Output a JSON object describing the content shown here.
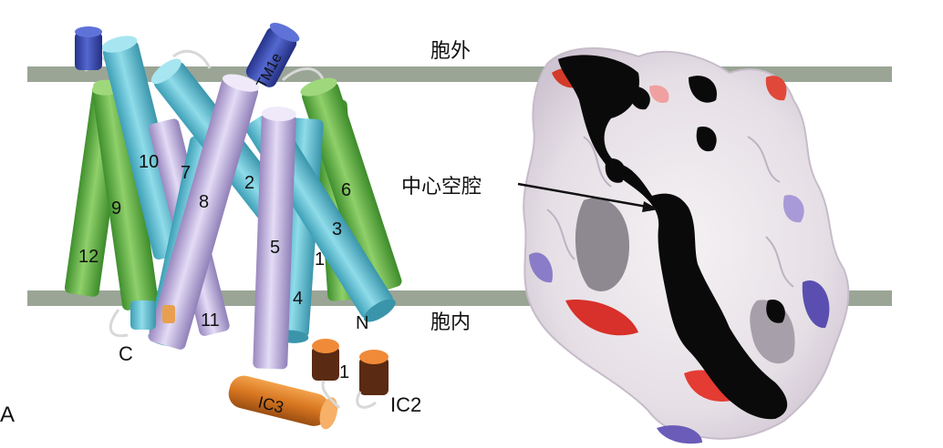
{
  "panel_letter": "A",
  "membrane": {
    "extracellular_label": "胞外",
    "intracellular_label": "胞内"
  },
  "surface_view": {
    "cavity_label": "中心空腔"
  },
  "helices": {
    "h1": "1",
    "h2": "2",
    "h3": "3",
    "h4": "4",
    "h5": "5",
    "h6": "6",
    "h7": "7",
    "h8": "8",
    "h9": "9",
    "h10": "10",
    "h11": "11",
    "h12": "12",
    "tm1e": "TM1e",
    "ic1": "1",
    "ic2": "IC2",
    "ic3": "IC3"
  },
  "termini": {
    "n": "N",
    "c": "C"
  },
  "colors": {
    "membrane": "#9aa596",
    "cyan_helix": "#6cc7d8",
    "green_helix": "#6cb84c",
    "lavender_helix": "#c8b7e6",
    "blue_helix": "#3b4fb4",
    "orange_helix": "#e07a2c",
    "cavity": "#0a0a0a"
  }
}
